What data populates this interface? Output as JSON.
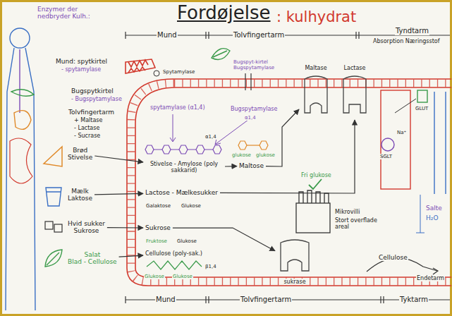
{
  "diagram": {
    "title": "Fordøjelse",
    "nodes": [
      {
        "text": [
          "Brød",
          "Stivelse"
        ]
      },
      {
        "text": [
          "Mælk",
          "Laktose"
        ]
      },
      {
        "text": [
          "Hvid sukker",
          "Sukrose"
        ]
      },
      {
        "text": [
          "Salat",
          "Blad - Cellulose"
        ]
      },
      {
        "text": [
          "Stivelse - Amylose (poly sakkarid)"
        ]
      },
      {
        "text": [
          "Maltose"
        ]
      },
      {
        "text": [
          "Lactose - Mælkesukker"
        ]
      },
      {
        "text": [
          "Sukrose"
        ]
      },
      {
        "text": [
          "Cellulose (poly-sak.)"
        ]
      },
      {
        "text": [
          "Maltase"
        ]
      },
      {
        "text": [
          "Lactase"
        ]
      },
      {
        "text": [
          "sukrase"
        ]
      }
    ],
    "edges": [
      {
        "from": 0,
        "to": 4,
        "arrow": "to"
      },
      {
        "from": 1,
        "to": 6,
        "arrow": "to"
      },
      {
        "from": 2,
        "to": 7,
        "arrow": "to"
      },
      {
        "from": 3,
        "to": 8,
        "arrow": "to"
      },
      {
        "from": 4,
        "to": 5,
        "arrow": "to"
      },
      {
        "from": 5,
        "to": 9,
        "arrow": "to"
      },
      {
        "from": 6,
        "to": 10,
        "arrow": "to"
      },
      {
        "from": 7,
        "to": 11,
        "arrow": "to"
      }
    ],
    "labels": [
      ": kulhydrat",
      "Mund",
      "Tolvfingertarm",
      "Tyndtarm",
      "Absorption Næringsstof",
      "Enzymer der nedbryder Kulh.:",
      "Mund: spytkirtel",
      "- spytamylase",
      "Bugspytkirtel",
      "- Bugspytamylase",
      "Tolvfingertarm",
      "+ Maltase",
      "- Lactase",
      "- Sucrase",
      "Spytamylase",
      "Bugspyt-kirtel Bugspytamylase",
      "spytamylase (α1,4)",
      "Bugspytamylase",
      "α1,4",
      "α1,4",
      "glukose",
      "glukose",
      "Galaktose",
      "Glukose",
      "Fruktose",
      "Glukose",
      "Glukose",
      "Glukose",
      "β1,4",
      "Fri glukose",
      "Mikrovilli",
      "Stort overflade areal",
      "Na⁺",
      "SGLT",
      "GLUT",
      "Salte",
      "H₂O",
      "Cellulose",
      "Endetarm",
      "Mund",
      "Tolvfingertarm",
      "Tyktarm"
    ]
  }
}
